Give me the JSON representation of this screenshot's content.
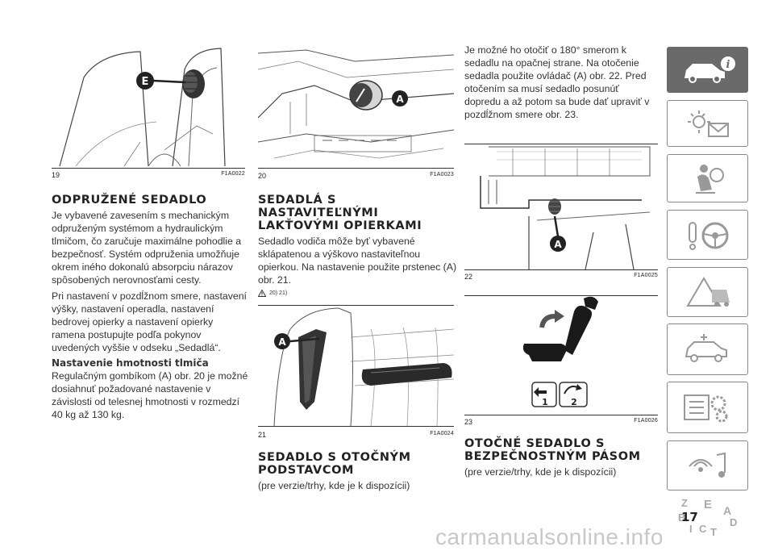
{
  "figures": {
    "f19": {
      "number": "19",
      "code": "F1A0022",
      "label": "E"
    },
    "f20": {
      "number": "20",
      "code": "F1A0023",
      "label": "A"
    },
    "f21": {
      "number": "21",
      "code": "F1A0024",
      "label": "A"
    },
    "f22": {
      "number": "22",
      "code": "F1A0025",
      "label": "A"
    },
    "f23": {
      "number": "23",
      "code": "F1A0026",
      "label_1": "1",
      "label_2": "2"
    }
  },
  "col1": {
    "heading": "ODPRUŽENÉ SEDADLO",
    "para1": "Je vybavené zavesením s mechanickým odpruženým systémom a hydraulickým tlmičom, čo zaručuje maximálne pohodlie a bezpečnosť. Systém odpruženia umožňuje okrem iného dokonalú absorpciu nárazov spôsobených nerovnosťami cesty.",
    "para2": "Pri nastavení v pozdĺžnom smere, nastavení výšky, nastavení operadla, nastavení bedrovej opierky a nastavení opierky ramena postupujte podľa pokynov uvedených vyššie v odseku „Sedadlá“.",
    "subheading": "Nastavenie hmotnosti tlmiča",
    "para3": "Regulačným gombíkom (A) obr. 20 je možné dosiahnuť požadované nastavenie v závislosti od telesnej hmotnosti v rozmedzí 40 kg až 130 kg."
  },
  "col2": {
    "heading": "SEDADLÁ S NASTAVITEĽNÝMI LAKŤOVÝMI OPIERKAMI",
    "para1": "Sedadlo vodiča môže byť vybavené sklápatenou a výškovo nastaviteľnou opierkou. Na nastavenie použite prstenec (A) obr. 21.",
    "warning_refs": "20) 21)",
    "heading2": "SEDADLO S OTOČNÝM PODSTAVCOM",
    "para2": "(pre verzie/trhy, kde je k dispozícii)"
  },
  "col3": {
    "para1": "Je možné ho otočiť o 180° smerom k sedadlu na opačnej strane. Na otočenie sedadla použite ovládač (A) obr. 22. Pred otočením sa musí sedadlo posunúť dopredu a až potom sa bude dať upraviť v pozdĺžnom smere obr. 23.",
    "heading": "OTOČNÉ SEDADLO S BEZPEČNOSTNÝM PÁSOM",
    "para2": "(pre verzie/trhy, kde je k dispozícii)"
  },
  "sidebar": {
    "tabs": [
      {
        "icon": "car-info-icon",
        "active": true
      },
      {
        "icon": "dashboard-lights-icon",
        "active": false
      },
      {
        "icon": "airbag-safety-icon",
        "active": false
      },
      {
        "icon": "steering-wheel-icon",
        "active": false
      },
      {
        "icon": "warning-road-icon",
        "active": false
      },
      {
        "icon": "maintenance-car-icon",
        "active": false
      },
      {
        "icon": "gears-specs-icon",
        "active": false
      },
      {
        "icon": "multimedia-icon",
        "active": false
      },
      {
        "icon": "alphabet-index-icon",
        "active": false
      }
    ],
    "index_letters": [
      "Z",
      "E",
      "A",
      "B",
      "D",
      "I",
      "C",
      "T"
    ]
  },
  "page_number": "17",
  "watermark": "carmanualsonline.info"
}
